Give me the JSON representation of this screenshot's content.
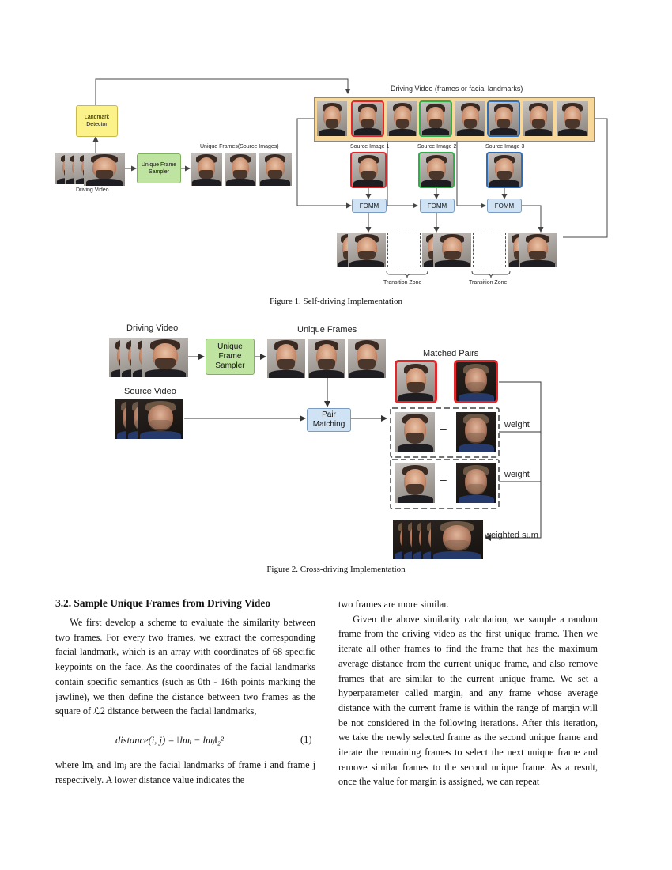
{
  "fig1": {
    "landmark_detector": "Landmark\nDetector",
    "unique_frame_sampler": "Unique Frame\nSampler",
    "driving_video_label": "Driving Video",
    "unique_frames_label": "Unique Frames(Source Images)",
    "driving_video_title": "Driving Video (frames or facial landmarks)",
    "source_image_1": "Source Image 1",
    "source_image_2": "Source Image 2",
    "source_image_3": "Source Image 3",
    "fomm": "FOMM",
    "transition_zone": "Transition Zone",
    "caption": "Figure 1. Self-driving Implementation",
    "colors": {
      "red": "#e3262a",
      "green": "#2fae4a",
      "blue": "#2f6db5",
      "yellow_box": "#fbf28a",
      "green_box": "#bfe3a0",
      "blue_box": "#cfe3f5",
      "strip_bg": "#f7d89a"
    }
  },
  "fig2": {
    "driving_video": "Driving Video",
    "unique_frame_sampler": "Unique\nFrame\nSampler",
    "unique_frames": "Unique Frames",
    "source_video": "Source Video",
    "pair_matching": "Pair\nMatching",
    "matched_pairs": "Matched Pairs",
    "minus": "–",
    "weight": "weight",
    "weighted_sum": "weighted sum",
    "caption": "Figure 2. Cross-driving Implementation"
  },
  "section": {
    "heading": "3.2. Sample Unique Frames from Driving Video",
    "left_para1": "We first develop a scheme to evaluate the similarity between two frames. For every two frames, we extract the corresponding facial landmark, which is an array with coordinates of 68 specific keypoints on the face. As the coordinates of the facial landmarks contain specific semantics (such as 0th - 16th points marking the jawline), we then define the distance between two frames as the square of ℒ2 distance between the facial landmarks,",
    "equation": "distance(i, j) = ‖lmᵢ − lmⱼ‖₂²",
    "equation_number": "(1)",
    "left_para2": "where lmᵢ and lmⱼ are the facial landmarks of frame i and frame j respectively. A lower distance value indicates the",
    "right_para0": "two frames are more similar.",
    "right_para1": "Given the above similarity calculation, we sample a random frame from the driving video as the first unique frame. Then we iterate all other frames to find the frame that has the maximum average distance from the current unique frame, and also remove frames that are similar to the current unique frame. We set a hyperparameter called margin, and any frame whose average distance with the current frame is within the range of margin will be not considered in the following iterations. After this iteration, we take the newly selected frame as the second unique frame and iterate the remaining frames to select the next unique frame and remove similar frames to the second unique frame. As a result, once the value for margin is assigned, we can repeat"
  }
}
